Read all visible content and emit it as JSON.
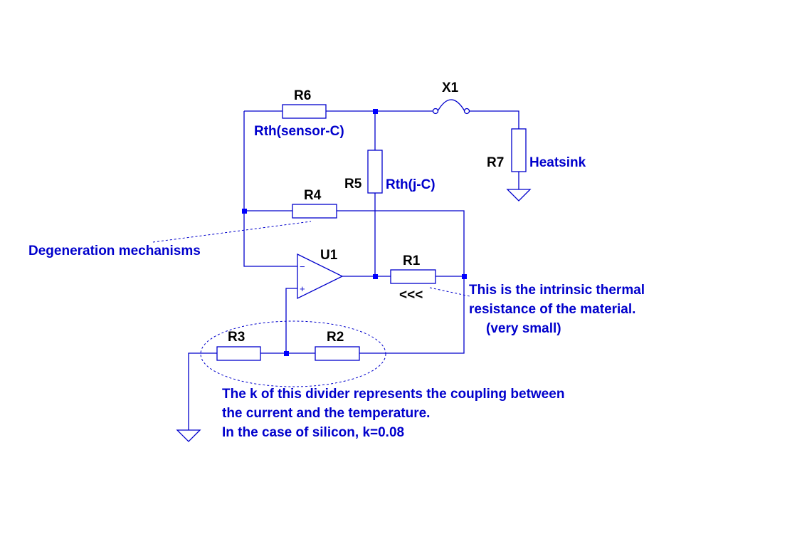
{
  "components": {
    "r6": {
      "ref": "R6",
      "value": "Rth(sensor-C)"
    },
    "x1": {
      "ref": "X1"
    },
    "r7": {
      "ref": "R7",
      "value": "Heatsink"
    },
    "r5": {
      "ref": "R5",
      "value": "Rth(j-C)"
    },
    "r4": {
      "ref": "R4"
    },
    "u1": {
      "ref": "U1",
      "minus": "−",
      "plus": "+"
    },
    "r1": {
      "ref": "R1",
      "marker": "<<<"
    },
    "r3": {
      "ref": "R3"
    },
    "r2": {
      "ref": "R2"
    }
  },
  "notes": {
    "degeneration": "Degeneration mechanisms",
    "intrinsic": [
      "This is the intrinsic thermal",
      "resistance of the material.",
      "(very small)"
    ],
    "divider": [
      "The k of this divider represents the coupling between",
      "the current and the temperature.",
      "In the case of silicon, k=0.08"
    ]
  },
  "colors": {
    "wire": "#0000cc",
    "node": "#0000ff",
    "label": "#000000",
    "note": "#0000cc"
  }
}
